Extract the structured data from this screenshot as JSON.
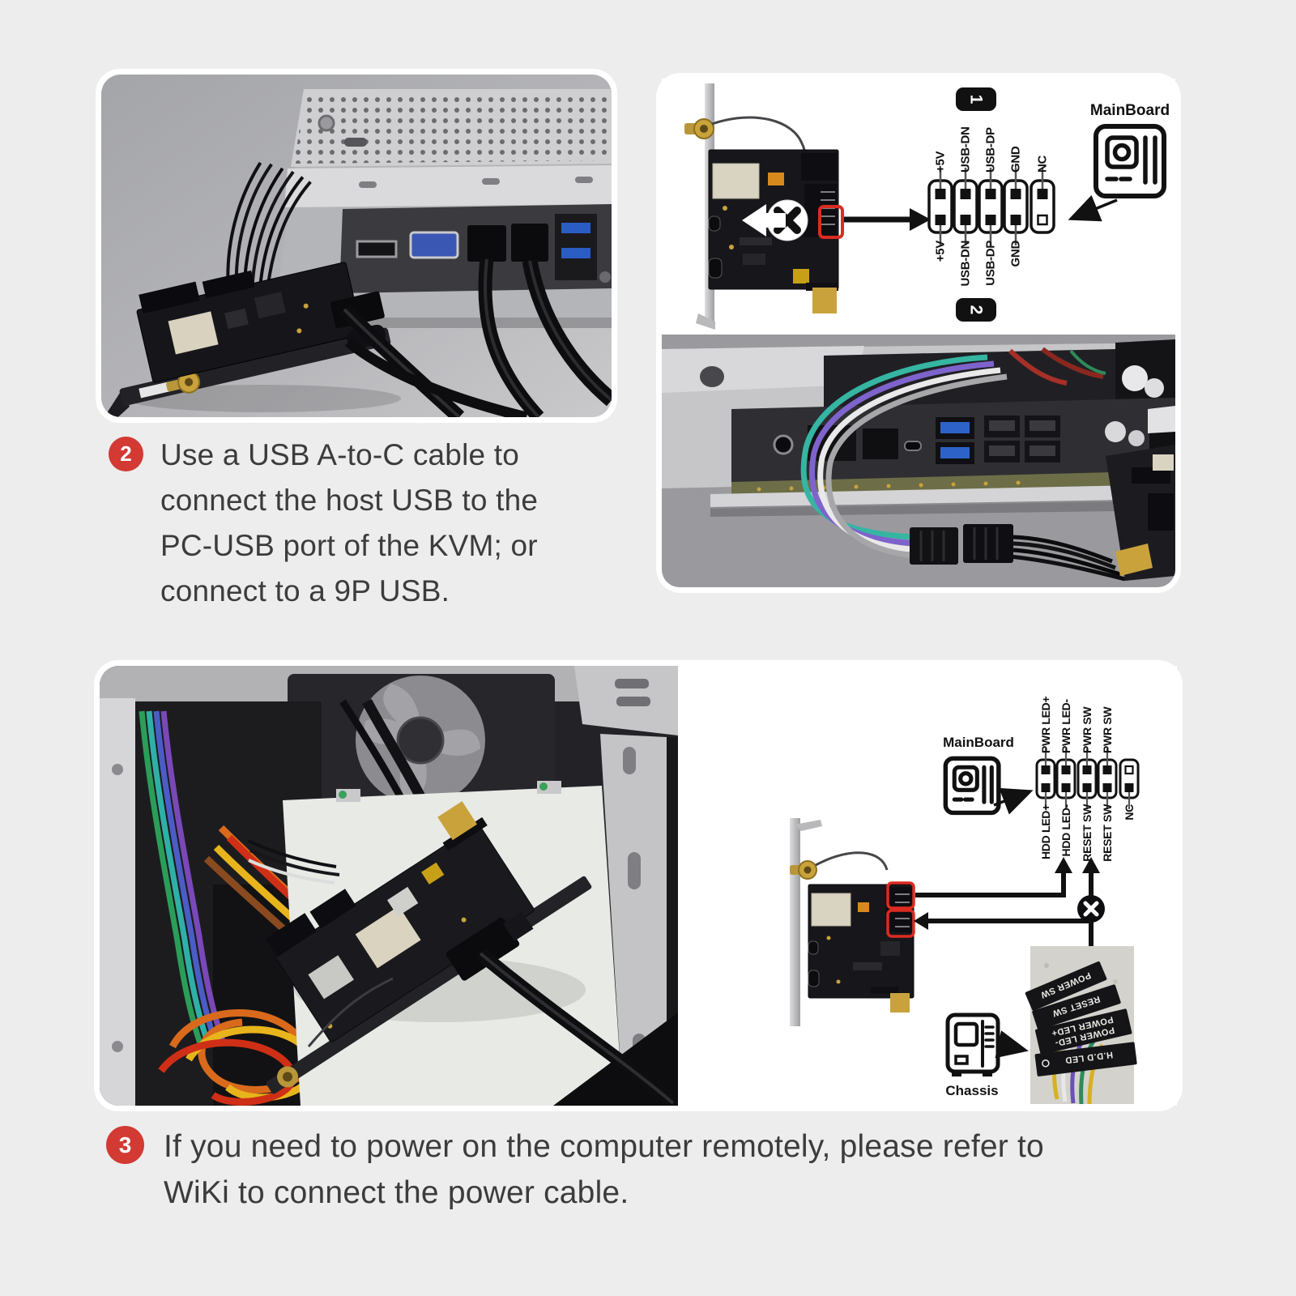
{
  "page": {
    "background": "#ededed",
    "panel_color": "#ffffff",
    "text_color": "#3c3c3c",
    "accent_red": "#d23a33",
    "highlight_red": "#dd2b22"
  },
  "steps": [
    {
      "number": "2",
      "text": "Use a USB A-to-C cable to\nconnect the host USB to the\nPC-USB port of the KVM; or\nconnect to a 9P USB."
    },
    {
      "number": "3",
      "text": "If you need to power on the computer remotely, please refer to\nWiKi to connect the power cable."
    }
  ],
  "usb_diagram": {
    "pin1_badge": "1",
    "pin2_badge": "2",
    "mainboard_label": "MainBoard",
    "top_pin_labels": [
      "+5V",
      "USB-DN",
      "USB-DP",
      "GND",
      "NC"
    ],
    "bottom_pin_labels": [
      "+5V",
      "USB-DN",
      "USB-DP",
      "GND"
    ]
  },
  "power_diagram": {
    "mainboard_label": "MainBoard",
    "chassis_label": "Chassis",
    "top_pin_labels": [
      "PWR LED+",
      "PWR LED-",
      "PWR SW",
      "PWR SW"
    ],
    "bottom_pin_labels": [
      "HDD LED+",
      "HDD LED-",
      "RESET SW",
      "RESET SW",
      "NC"
    ],
    "chassis_connector_labels": [
      "POWER SW",
      "RESET SW",
      "POWER LED-",
      "POWER LED+",
      "H.D.D LED"
    ]
  }
}
